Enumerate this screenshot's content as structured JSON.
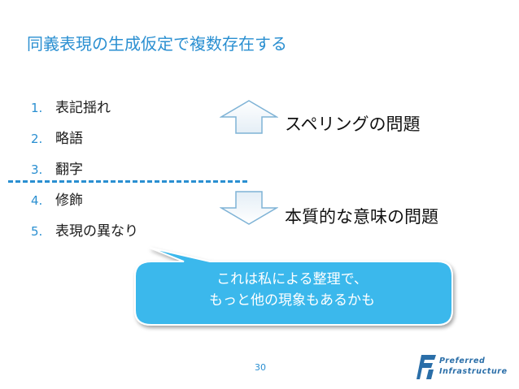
{
  "slide": {
    "title": "同義表現の生成仮定で複数存在する",
    "items": [
      {
        "num": "1.",
        "text": "表記揺れ"
      },
      {
        "num": "2.",
        "text": "略語"
      },
      {
        "num": "3.",
        "text": "翻字"
      },
      {
        "num": "4.",
        "text": "修飾"
      },
      {
        "num": "5.",
        "text": "表現の異なり"
      }
    ],
    "upper_label": "スペリングの問題",
    "lower_label": "本質的な意味の問題",
    "callout": {
      "line1": "これは私による整理で、",
      "line2": "もっと他の現象もあるかも"
    },
    "page_number": "30",
    "logo": {
      "line1": "Preferred",
      "line2": "Infrastructure"
    }
  },
  "colors": {
    "accent": "#2a8fd1",
    "callout_fill": "#3bb8ec",
    "arrow_stroke": "#7fb3d6"
  }
}
